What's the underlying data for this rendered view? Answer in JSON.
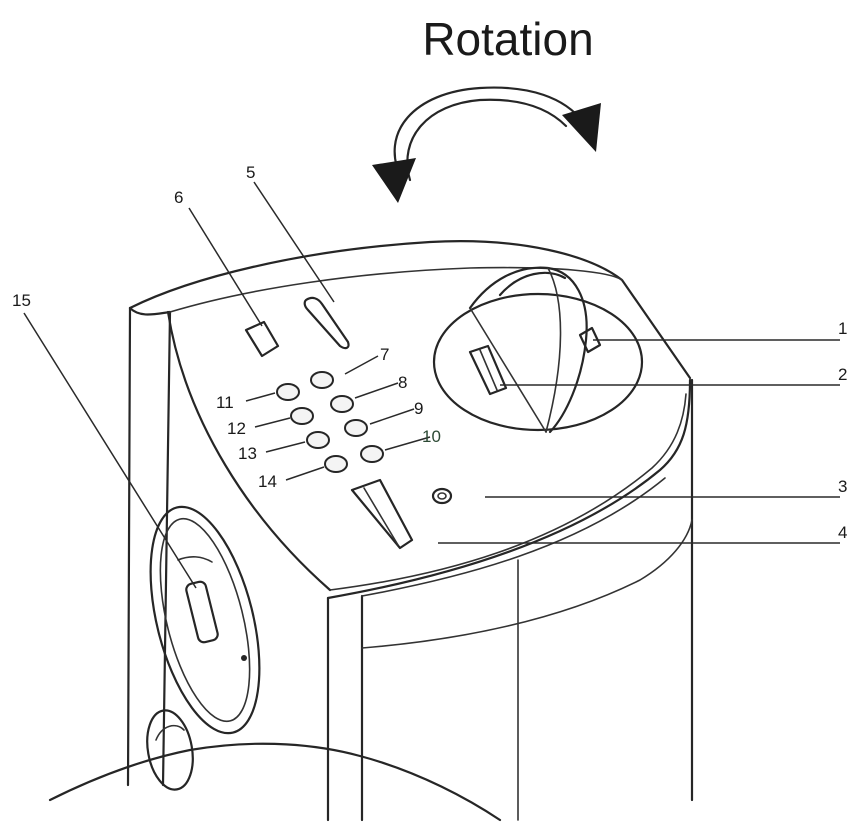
{
  "diagram": {
    "title": "Rotation",
    "callouts": {
      "c1": "1",
      "c2": "2",
      "c3": "3",
      "c4": "4",
      "c5": "5",
      "c6": "6",
      "c7": "7",
      "c8": "8",
      "c9": "9",
      "c10": "10",
      "c11": "11",
      "c12": "12",
      "c13": "13",
      "c14": "14",
      "c15": "15"
    }
  }
}
